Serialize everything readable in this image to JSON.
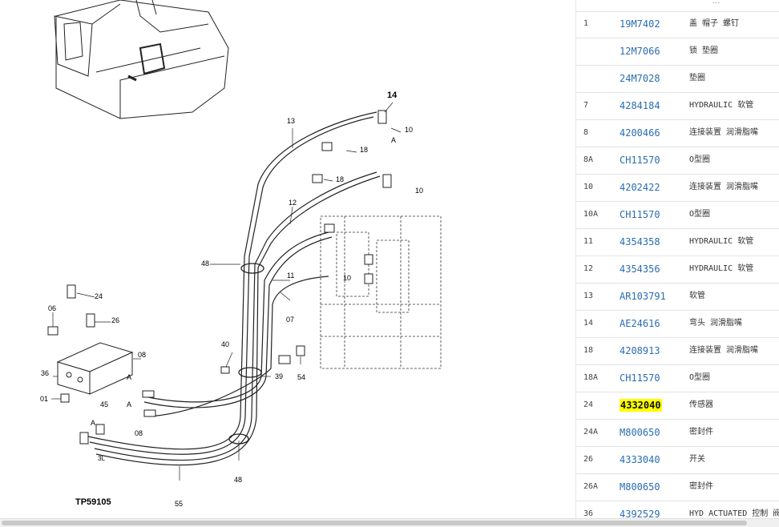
{
  "diagram": {
    "figure_id": "TP59105",
    "callouts": [
      "14",
      "13",
      "10",
      "A",
      "18",
      "18",
      "12",
      "10",
      "48",
      "11",
      "10",
      "07",
      "40",
      "39",
      "54",
      "24",
      "06",
      "26",
      "36",
      "08",
      "A",
      "01",
      "45",
      "A",
      "A",
      "08",
      "3L",
      "55",
      "48"
    ]
  },
  "parts_list": {
    "header": [
      "..."
    ],
    "rows": [
      {
        "ref": "1",
        "part_no": "19M7402",
        "desc": "盖 帽子 螺钉"
      },
      {
        "ref": "",
        "part_no": "12M7066",
        "desc": "锁 垫圈"
      },
      {
        "ref": "",
        "part_no": "24M7028",
        "desc": "垫圈"
      },
      {
        "ref": "7",
        "part_no": "4284184",
        "desc": "HYDRAULIC 软管"
      },
      {
        "ref": "8",
        "part_no": "4200466",
        "desc": "连接装置 润滑脂嘴"
      },
      {
        "ref": "8A",
        "part_no": "CH11570",
        "desc": "O型圈"
      },
      {
        "ref": "10",
        "part_no": "4202422",
        "desc": "连接装置 润滑脂嘴"
      },
      {
        "ref": "10A",
        "part_no": "CH11570",
        "desc": "O型圈"
      },
      {
        "ref": "11",
        "part_no": "4354358",
        "desc": "HYDRAULIC 软管"
      },
      {
        "ref": "12",
        "part_no": "4354356",
        "desc": "HYDRAULIC 软管"
      },
      {
        "ref": "13",
        "part_no": "AR103791",
        "desc": "软管"
      },
      {
        "ref": "14",
        "part_no": "AE24616",
        "desc": "弯头 润滑脂嘴"
      },
      {
        "ref": "18",
        "part_no": "4208913",
        "desc": "连接装置 润滑脂嘴"
      },
      {
        "ref": "18A",
        "part_no": "CH11570",
        "desc": "O型圈"
      },
      {
        "ref": "24",
        "part_no": "4332040",
        "desc": "传感器",
        "highlighted": true
      },
      {
        "ref": "24A",
        "part_no": "M800650",
        "desc": "密封件"
      },
      {
        "ref": "26",
        "part_no": "4333040",
        "desc": "开关"
      },
      {
        "ref": "26A",
        "part_no": "M800650",
        "desc": "密封件"
      },
      {
        "ref": "36",
        "part_no": "4392529",
        "desc": "HYD ACTUATED 控制 阀"
      }
    ]
  }
}
